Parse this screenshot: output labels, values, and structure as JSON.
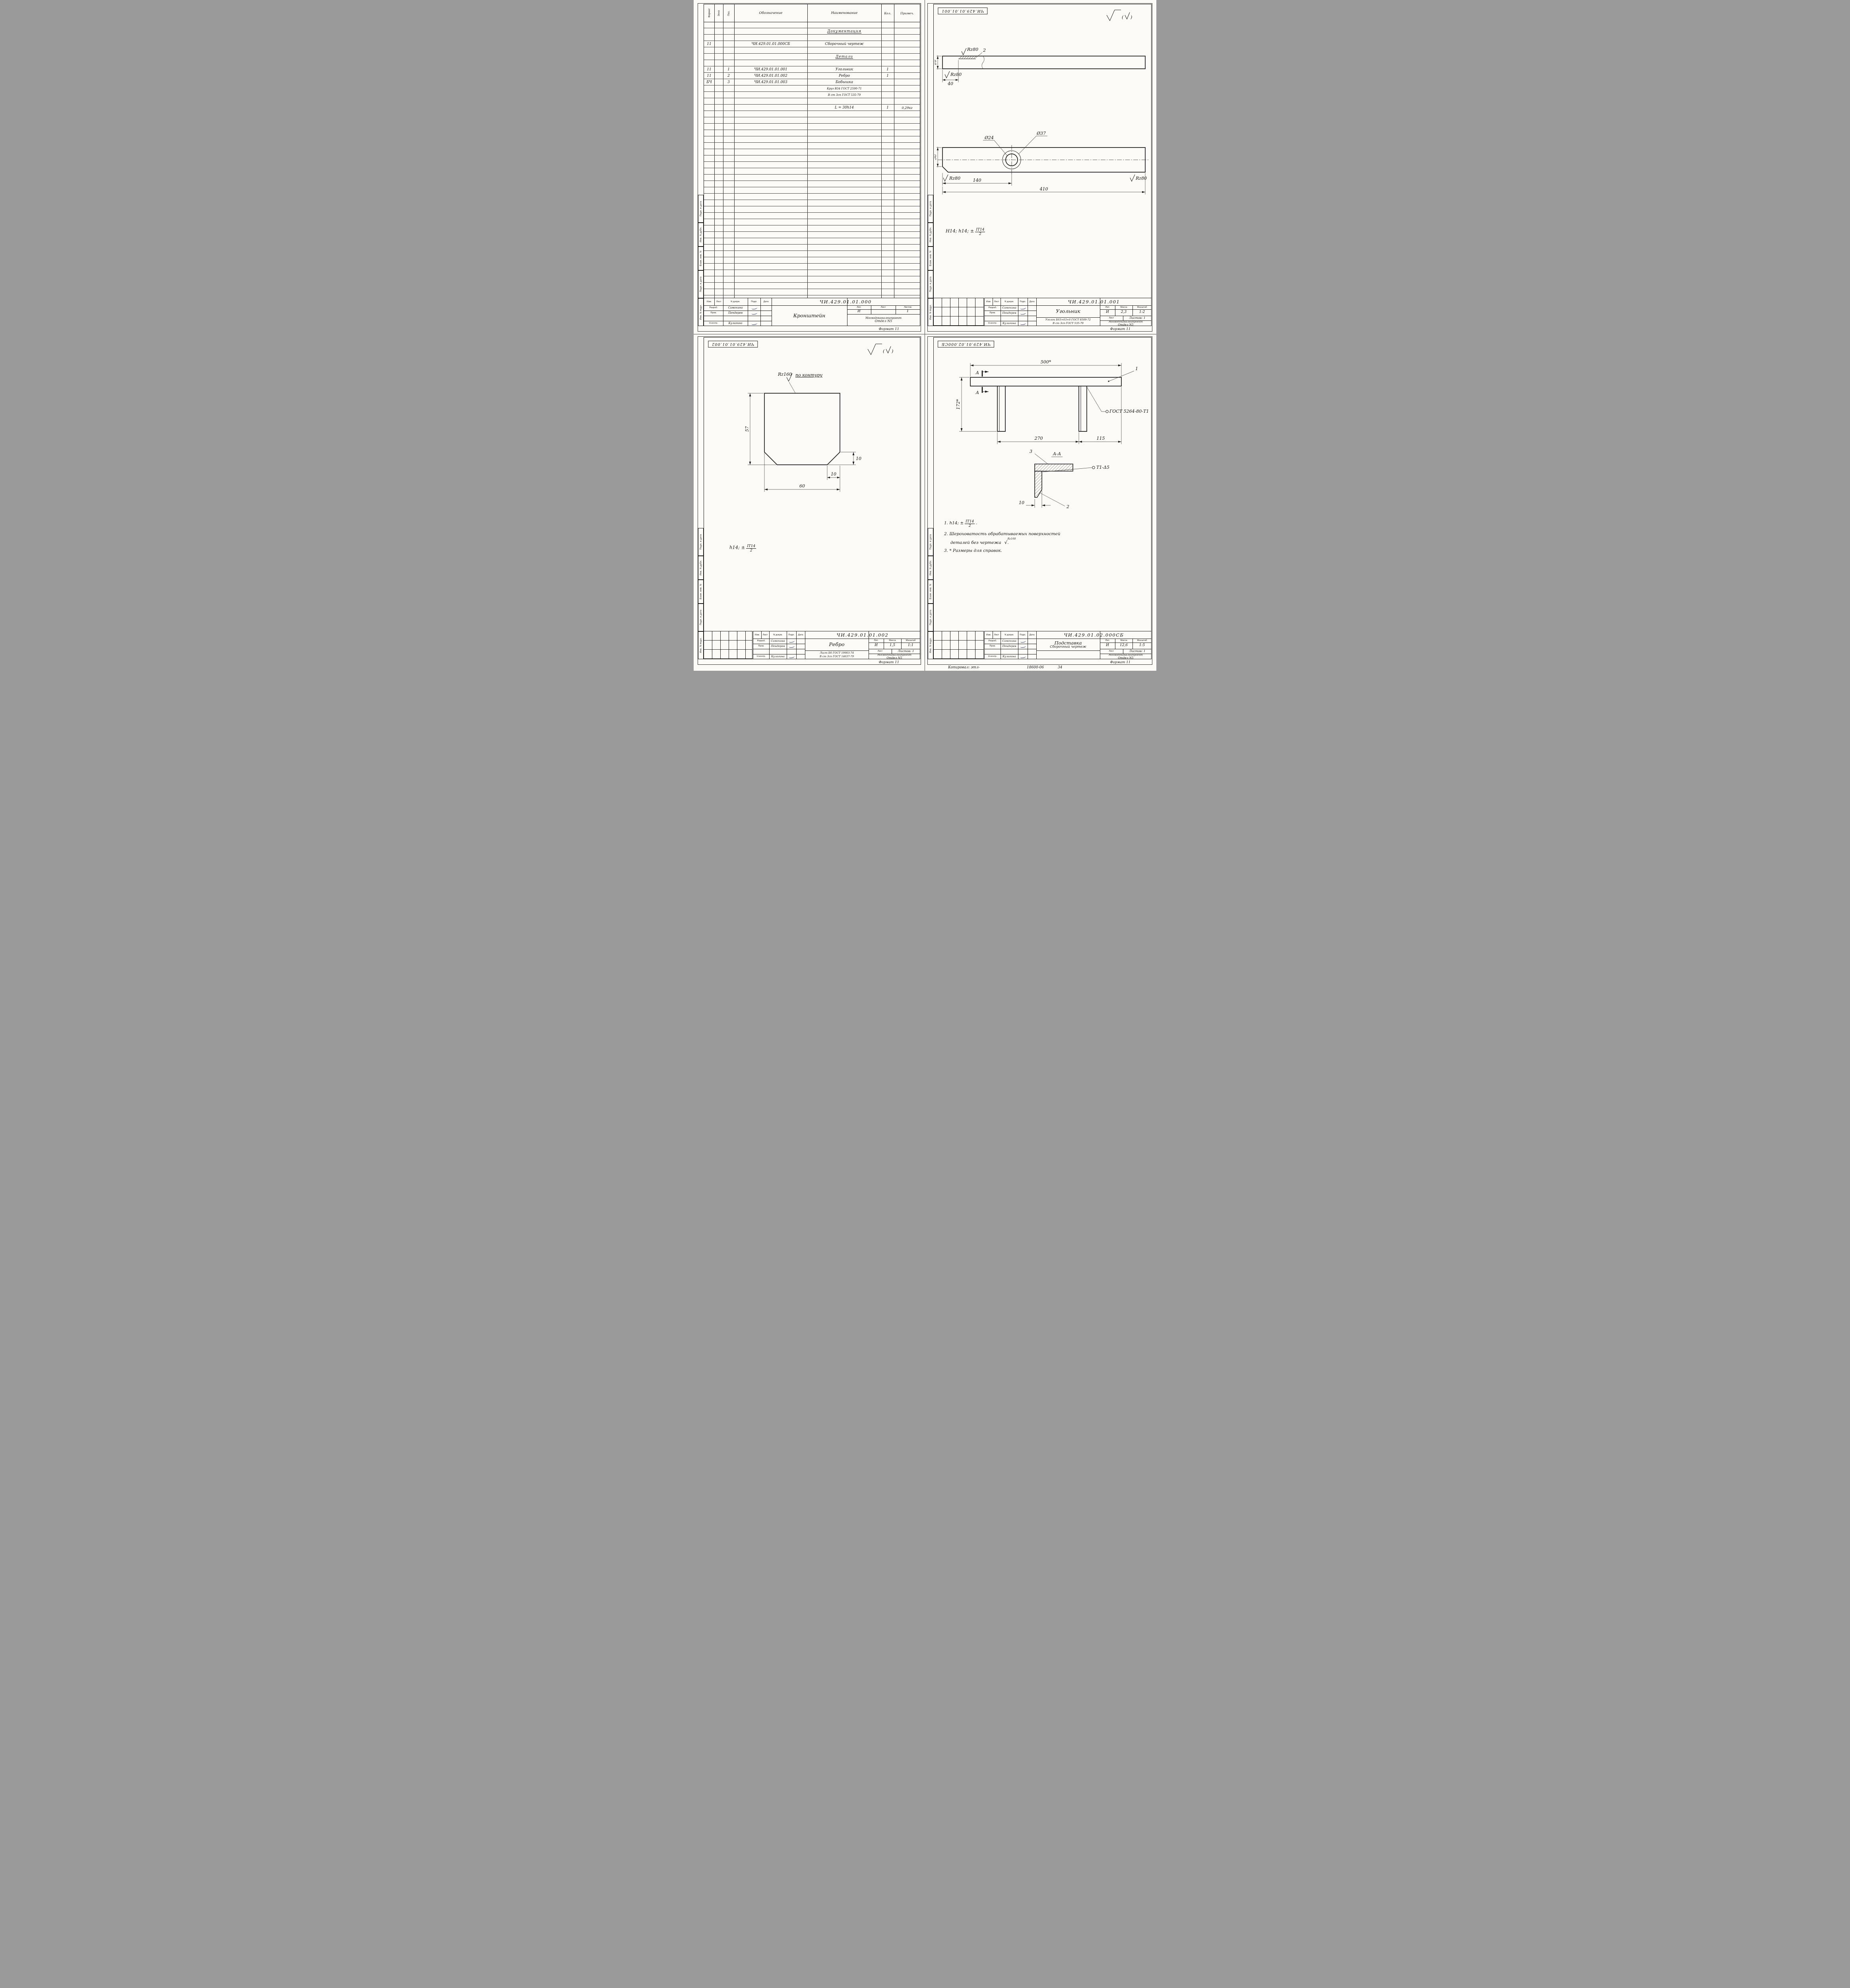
{
  "page": {
    "footer": {
      "copied": "Копировал: этл-",
      "code": "18600-06",
      "sheet_no": "34"
    }
  },
  "common": {
    "org": "Мосводоканалнипроект",
    "dept": "Отдел N5",
    "format_note": "Формат 11",
    "lit_value": "И",
    "margin_labels": {
      "m1": "Инв. N подл.",
      "m2": "Подп. и дата",
      "m3": "Взам. инв. N",
      "m4": "Инв. N дубл.",
      "m5": "Подп. и дата"
    },
    "tb": {
      "izm": "Изм.",
      "list": "Лист",
      "ndoc": "N докум.",
      "podp": "Подп.",
      "data": "Дата",
      "razrab_label": "Разраб.",
      "prov_label": "Пров.",
      "nkontr_label": "Н.контр.",
      "razrab": "Самохина",
      "prov": "Пендерев",
      "nkontr": "Кулагина",
      "lit_label": "Лит.",
      "massa_label": "Масса",
      "masshtab_label": "Масштаб",
      "list_label": "Лист",
      "listov_label": "Листов",
      "listov_combined": "Листов: 1"
    }
  },
  "spec": {
    "headers": {
      "format": "Формат",
      "zona": "Зона",
      "poz": "Поз.",
      "obozn": "Обозначение",
      "naimen": "Наименование",
      "kol": "Кол.",
      "primech": "Примеч."
    },
    "rows": {
      "doc_section": "Документация",
      "sb": {
        "format": "11",
        "obozn": "ЧИ.429.01.01.000СБ",
        "naimen": "Сборочный чертеж"
      },
      "details_section": "Детали",
      "r1": {
        "format": "11",
        "poz": "1",
        "obozn": "ЧИ.429.01.01.001",
        "naimen": "Угольник",
        "kol": "1"
      },
      "r2": {
        "format": "11",
        "poz": "2",
        "obozn": "ЧИ.429.01.01.002",
        "naimen": "Ребро",
        "kol": "1"
      },
      "r3": {
        "format": "БЧ",
        "poz": "3",
        "obozn": "ЧИ.429.01.01.003",
        "naimen": "Бобышка"
      },
      "r3_mat1": "Круг В34 ГОСТ 2590-71",
      "r3_mat2": "В ст 3сп ГОСТ 535-79",
      "r3_len": {
        "naimen": "L = 30h14",
        "kol": "1",
        "primech": "0,29кг"
      }
    },
    "title": {
      "doc": "ЧИ.429.01.01.000",
      "name": "Кронштейн",
      "listov": "1"
    }
  },
  "ugolnik": {
    "stamp": "ЧИ.429.01.01.001",
    "dims": {
      "rz80": "Rz80",
      "d2": "2",
      "d10": "10",
      "d40": "40",
      "dia24": "Ø24",
      "dia37": "Ø37",
      "d30": "30",
      "d140": "140",
      "d410": "410"
    },
    "note_prefix": "H14; h14; ±",
    "note_frac_num": "IT14",
    "note_frac_den": "2",
    "title": {
      "doc": "ЧИ.429.01.01.001",
      "name": "Угольник",
      "massa": "2,3",
      "scale": "1:2",
      "material1": "Уголок Б63×63×6 ГОСТ 8509-72",
      "material2": "В ст 3сп ГОСТ 535-79"
    }
  },
  "rebro": {
    "stamp": "ЧИ.429.01.01.002",
    "contour_label": "по контуру",
    "rz160": "Rz160",
    "dims": {
      "d57": "57",
      "d60": "60",
      "d10": "10"
    },
    "note_prefix": "h14; ±",
    "note_frac_num": "IT14",
    "note_frac_den": "2",
    "title": {
      "doc": "ЧИ.429.01.01.002",
      "name": "Ребро",
      "massa": "1,5",
      "scale": "1:1",
      "material1": "Лист Б6 ГОСТ 19903-74",
      "material2": "В ст 3сп ГОСТ 14637-79"
    }
  },
  "podstavka": {
    "stamp": "ЧИ.429.01.02.000СБ",
    "dims": {
      "d500": "500*",
      "d172": "172*",
      "d270": "270",
      "d115": "115",
      "d10": "10"
    },
    "section_letter": "А",
    "section_title": "А-А",
    "callout1": "1",
    "callout2": "2",
    "callout3": "3",
    "weld_main": "ГОСТ 5264-80-Т1-Δ5",
    "weld_section": "Т1-Δ5",
    "notes": {
      "n1_prefix": "1. h14; ±",
      "frac_num": "IT14",
      "frac_den": "2",
      "n1_suffix": ".",
      "n2a": "2. Шероховатость обрабатываемых поверхностей",
      "n2b": "деталей без чертежа",
      "n2_rz": "Rz160",
      "n3": "3. * Размеры для справок."
    },
    "title": {
      "doc": "ЧИ.429.01.02.000СБ",
      "name": "Подставка",
      "name2": "Сборочный чертеж",
      "massa": "12,6",
      "scale": "1:5"
    }
  }
}
